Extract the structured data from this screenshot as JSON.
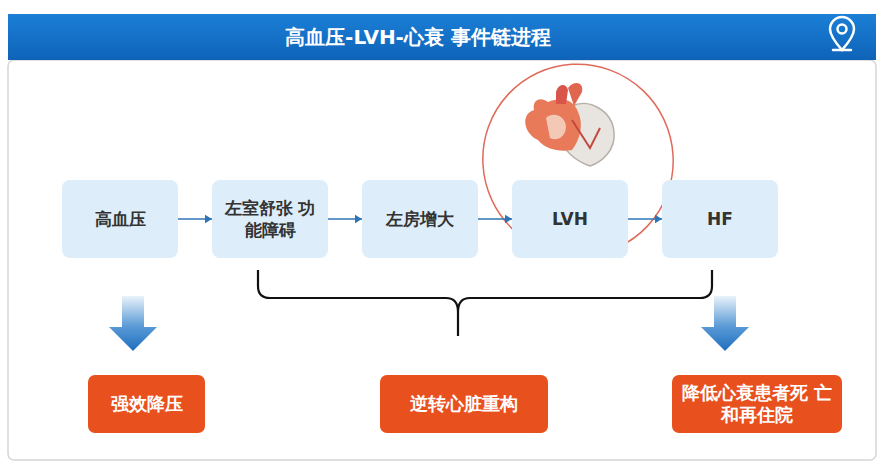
{
  "diagram": {
    "title": "高血压-LVH-心衰 事件链进程",
    "nodes": [
      {
        "text": [
          "高血压"
        ]
      },
      {
        "text": [
          "左室舒张 功能障碍"
        ]
      },
      {
        "text": [
          "左房增大"
        ]
      },
      {
        "text": [
          "LVH"
        ]
      },
      {
        "text": [
          "HF"
        ]
      },
      {
        "text": [
          "强效降压"
        ]
      },
      {
        "text": [
          "逆转心脏重构"
        ]
      },
      {
        "text": [
          "降低心衰患者死 亡和再住院"
        ]
      }
    ],
    "edges": [
      {
        "from": 0,
        "to": 1,
        "arrow": "to"
      },
      {
        "from": 1,
        "to": 2,
        "arrow": "to"
      },
      {
        "from": 2,
        "to": 3,
        "arrow": "to"
      },
      {
        "from": 3,
        "to": 4,
        "arrow": "to"
      },
      {
        "from": 0,
        "to": 5,
        "arrow": "to"
      },
      {
        "from": 4,
        "to": 7,
        "arrow": "to"
      }
    ]
  }
}
